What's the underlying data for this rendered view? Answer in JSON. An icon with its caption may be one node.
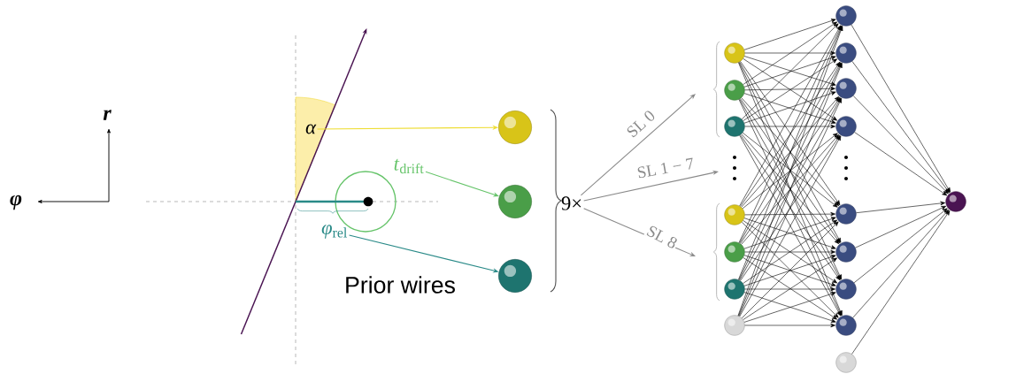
{
  "diagram": {
    "nodes": [
      {
        "text": [
          "α"
        ]
      },
      {
        "text": [
          "*t*$_{drift}$"
        ]
      },
      {
        "text": [
          "*φ*$_{rel}$"
        ]
      },
      {
        "text": [],
        "shape": "circle"
      },
      {
        "text": [],
        "shape": "circle"
      },
      {
        "text": [],
        "shape": "circle"
      },
      {
        "text": [
          "9×"
        ]
      },
      {
        "text": [],
        "shape": "circle"
      },
      {
        "text": [],
        "shape": "circle"
      },
      {
        "text": [],
        "shape": "circle"
      },
      {
        "text": [],
        "shape": "circle"
      },
      {
        "text": [],
        "shape": "circle"
      },
      {
        "text": [],
        "shape": "circle"
      },
      {
        "text": [],
        "shape": "circle"
      },
      {
        "text": [],
        "shape": "circle"
      },
      {
        "text": [],
        "shape": "circle"
      },
      {
        "text": [],
        "shape": "circle"
      },
      {
        "text": [],
        "shape": "circle"
      },
      {
        "text": [],
        "shape": "circle"
      },
      {
        "text": [],
        "shape": "circle"
      },
      {
        "text": [],
        "shape": "circle"
      },
      {
        "text": [],
        "shape": "circle"
      },
      {
        "text": [],
        "shape": "circle"
      },
      {
        "text": [],
        "shape": "circle"
      }
    ],
    "edges": [
      {
        "from": 0,
        "to": 3,
        "arrow": "to",
        "color": "#eedd33"
      },
      {
        "from": 1,
        "to": 4,
        "arrow": "to",
        "color": "#66c46a"
      },
      {
        "from": 2,
        "to": 5,
        "arrow": "to",
        "color": "#2a8a88"
      },
      {
        "from": 6,
        "to": null,
        "arrow": "to",
        "label": "SL 0",
        "color": "#8a8a8a"
      },
      {
        "from": 6,
        "to": null,
        "arrow": "to",
        "label": "SL 1 − 7",
        "color": "#8a8a8a"
      },
      {
        "from": 6,
        "to": null,
        "arrow": "to",
        "label": "SL 8",
        "color": "#8a8a8a"
      },
      {
        "from": 7,
        "to": 14,
        "arrow": "to"
      },
      {
        "from": 7,
        "to": 15,
        "arrow": "to"
      },
      {
        "from": 7,
        "to": 16,
        "arrow": "to"
      },
      {
        "from": 7,
        "to": 17,
        "arrow": "to"
      },
      {
        "from": 7,
        "to": 18,
        "arrow": "to"
      },
      {
        "from": 7,
        "to": 19,
        "arrow": "to"
      },
      {
        "from": 7,
        "to": 20,
        "arrow": "to"
      },
      {
        "from": 7,
        "to": 21,
        "arrow": "to"
      },
      {
        "from": 8,
        "to": 14,
        "arrow": "to"
      },
      {
        "from": 8,
        "to": 15,
        "arrow": "to"
      },
      {
        "from": 8,
        "to": 16,
        "arrow": "to"
      },
      {
        "from": 8,
        "to": 17,
        "arrow": "to"
      },
      {
        "from": 8,
        "to": 18,
        "arrow": "to"
      },
      {
        "from": 8,
        "to": 19,
        "arrow": "to"
      },
      {
        "from": 8,
        "to": 20,
        "arrow": "to"
      },
      {
        "from": 8,
        "to": 21,
        "arrow": "to"
      },
      {
        "from": 9,
        "to": 14,
        "arrow": "to"
      },
      {
        "from": 9,
        "to": 15,
        "arrow": "to"
      },
      {
        "from": 9,
        "to": 16,
        "arrow": "to"
      },
      {
        "from": 9,
        "to": 17,
        "arrow": "to"
      },
      {
        "from": 9,
        "to": 18,
        "arrow": "to"
      },
      {
        "from": 9,
        "to": 19,
        "arrow": "to"
      },
      {
        "from": 9,
        "to": 20,
        "arrow": "to"
      },
      {
        "from": 9,
        "to": 21,
        "arrow": "to"
      },
      {
        "from": 10,
        "to": 14,
        "arrow": "to"
      },
      {
        "from": 10,
        "to": 15,
        "arrow": "to"
      },
      {
        "from": 10,
        "to": 16,
        "arrow": "to"
      },
      {
        "from": 10,
        "to": 17,
        "arrow": "to"
      },
      {
        "from": 10,
        "to": 18,
        "arrow": "to"
      },
      {
        "from": 10,
        "to": 19,
        "arrow": "to"
      },
      {
        "from": 10,
        "to": 20,
        "arrow": "to"
      },
      {
        "from": 10,
        "to": 21,
        "arrow": "to"
      },
      {
        "from": 11,
        "to": 14,
        "arrow": "to"
      },
      {
        "from": 11,
        "to": 15,
        "arrow": "to"
      },
      {
        "from": 11,
        "to": 16,
        "arrow": "to"
      },
      {
        "from": 11,
        "to": 17,
        "arrow": "to"
      },
      {
        "from": 11,
        "to": 18,
        "arrow": "to"
      },
      {
        "from": 11,
        "to": 19,
        "arrow": "to"
      },
      {
        "from": 11,
        "to": 20,
        "arrow": "to"
      },
      {
        "from": 11,
        "to": 21,
        "arrow": "to"
      },
      {
        "from": 12,
        "to": 14,
        "arrow": "to"
      },
      {
        "from": 12,
        "to": 15,
        "arrow": "to"
      },
      {
        "from": 12,
        "to": 16,
        "arrow": "to"
      },
      {
        "from": 12,
        "to": 17,
        "arrow": "to"
      },
      {
        "from": 12,
        "to": 18,
        "arrow": "to"
      },
      {
        "from": 12,
        "to": 19,
        "arrow": "to"
      },
      {
        "from": 12,
        "to": 20,
        "arrow": "to"
      },
      {
        "from": 12,
        "to": 21,
        "arrow": "to"
      },
      {
        "from": 13,
        "to": 14,
        "arrow": "to"
      },
      {
        "from": 13,
        "to": 15,
        "arrow": "to"
      },
      {
        "from": 13,
        "to": 16,
        "arrow": "to"
      },
      {
        "from": 13,
        "to": 17,
        "arrow": "to"
      },
      {
        "from": 13,
        "to": 18,
        "arrow": "to"
      },
      {
        "from": 13,
        "to": 19,
        "arrow": "to"
      },
      {
        "from": 13,
        "to": 20,
        "arrow": "to"
      },
      {
        "from": 13,
        "to": 21,
        "arrow": "to"
      },
      {
        "from": 14,
        "to": 23,
        "arrow": "to"
      },
      {
        "from": 15,
        "to": 23,
        "arrow": "to"
      },
      {
        "from": 16,
        "to": 23,
        "arrow": "to"
      },
      {
        "from": 17,
        "to": 23,
        "arrow": "to"
      },
      {
        "from": 18,
        "to": 23,
        "arrow": "to"
      },
      {
        "from": 19,
        "to": 23,
        "arrow": "to"
      },
      {
        "from": 20,
        "to": 23,
        "arrow": "to"
      },
      {
        "from": 21,
        "to": 23,
        "arrow": "to"
      },
      {
        "from": 22,
        "to": 23,
        "arrow": "to"
      }
    ],
    "labels": [
      "r",
      "φ",
      "Prior wires"
    ]
  }
}
